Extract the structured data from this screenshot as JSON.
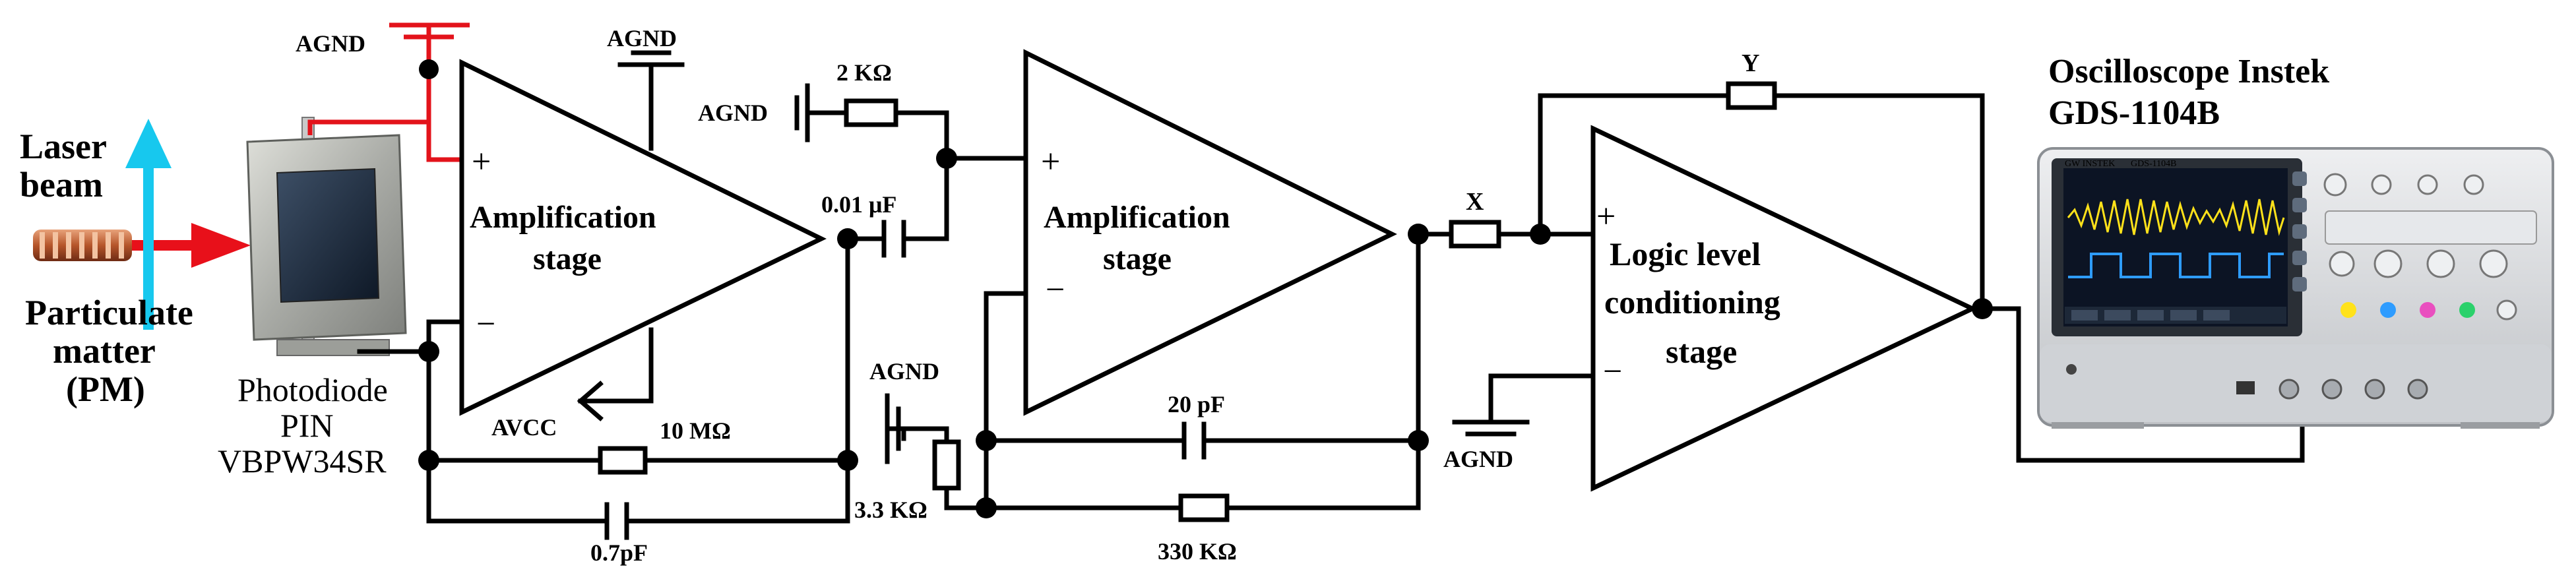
{
  "colors": {
    "signal_line": "#e3131b",
    "laser_arrow": "#e8101a",
    "pm_arrow": "#17c8ee",
    "wire": "#000000",
    "scope_body": "#d9dadc",
    "scope_screen": "#0c1424",
    "trace_yellow": "#ffe21a",
    "trace_blue": "#2e9cff"
  },
  "source": {
    "laser_label_line1": "Laser",
    "laser_label_line2": "beam",
    "pm_label_line1": "Particulate",
    "pm_label_line2": "matter",
    "pm_label_line3": "(PM)"
  },
  "photodiode": {
    "label_line1": "Photodiode",
    "label_line2": "PIN",
    "label_line3": "VBPW34SR"
  },
  "stage1": {
    "title_line1": "Amplification",
    "title_line2": "stage",
    "plus": "+",
    "minus": "−",
    "agnd_top_left": "AGND",
    "agnd_top": "AGND",
    "avcc": "AVCC",
    "feedback_resistor": "10 MΩ",
    "feedback_capacitor": "0.7pF",
    "coupling_capacitor": "0.01 μF"
  },
  "stage2": {
    "title_line1": "Amplification",
    "title_line2": "stage",
    "plus": "+",
    "minus": "−",
    "input_resistor": "2 KΩ",
    "agnd_input": "AGND",
    "agnd_bottom": "AGND",
    "ground_resistor": "3.3 KΩ",
    "feedback_capacitor": "20 pF",
    "feedback_resistor": "330 KΩ"
  },
  "stage3": {
    "title_line1": "Logic level",
    "title_line2": "conditioning",
    "title_line3": "stage",
    "plus": "+",
    "minus": "−",
    "resistor_x": "X",
    "resistor_y": "Y",
    "agnd": "AGND"
  },
  "oscilloscope": {
    "title_line1": "Oscilloscope Instek",
    "title_line2": "GDS-1104B",
    "brand_text": "GW INSTEK",
    "model_text": "GDS-1104B"
  }
}
